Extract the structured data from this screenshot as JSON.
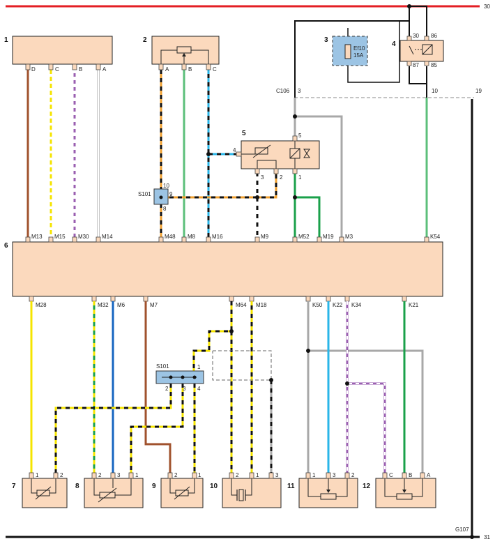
{
  "rails": {
    "top": "30",
    "bottom": "31",
    "ground": "G107"
  },
  "components": [
    {
      "num": "1",
      "pins": [
        "D",
        "C",
        "B",
        "A"
      ]
    },
    {
      "num": "2",
      "pins": [
        "A",
        "B",
        "C"
      ]
    },
    {
      "num": "3",
      "label_line1": "Ef10",
      "label_line2": "15A"
    },
    {
      "num": "4",
      "pins": [
        "30",
        "86",
        "87",
        "85"
      ]
    },
    {
      "num": "5",
      "pins": [
        "5",
        "4",
        "3",
        "2",
        "1"
      ]
    },
    {
      "num": "6"
    },
    {
      "num": "7",
      "pins": [
        "1",
        "2"
      ]
    },
    {
      "num": "8",
      "pins": [
        "2",
        "3",
        "1"
      ]
    },
    {
      "num": "9",
      "pins": [
        "2",
        "1"
      ]
    },
    {
      "num": "10",
      "pins": [
        "2",
        "1",
        "3"
      ]
    },
    {
      "num": "11",
      "pins": [
        "1",
        "3",
        "2"
      ]
    },
    {
      "num": "12",
      "pins": [
        "C",
        "B",
        "A"
      ]
    }
  ],
  "connector_c106": {
    "name": "C106",
    "pins": [
      "3",
      "10",
      "19"
    ]
  },
  "splice_upper": {
    "name": "S101",
    "pins": [
      "10",
      "9",
      "8"
    ]
  },
  "splice_lower": {
    "name": "S101",
    "pins": [
      "1",
      "2",
      "3",
      "4"
    ]
  },
  "ecu_top_pins": [
    "M13",
    "M15",
    "M30",
    "M14",
    "M48",
    "M8",
    "M16",
    "M9",
    "M52",
    "M19",
    "M3",
    "K54"
  ],
  "ecu_bottom_pins": [
    "M28",
    "M32",
    "M6",
    "M7",
    "M64",
    "M18",
    "K50",
    "K22",
    "K34",
    "K21"
  ],
  "colors": {
    "red": "#e31e24",
    "brown": "#a0522d",
    "yellow": "#f5e400",
    "violet": "#9a5fb0",
    "white": "#ffffff",
    "orange": "#f0a030",
    "green": "#1aa04a",
    "light_green": "#5cbf7a",
    "blue": "#1565c0",
    "cyan": "#29b6e8",
    "gray": "#a8a8a8",
    "black": "#111111"
  }
}
